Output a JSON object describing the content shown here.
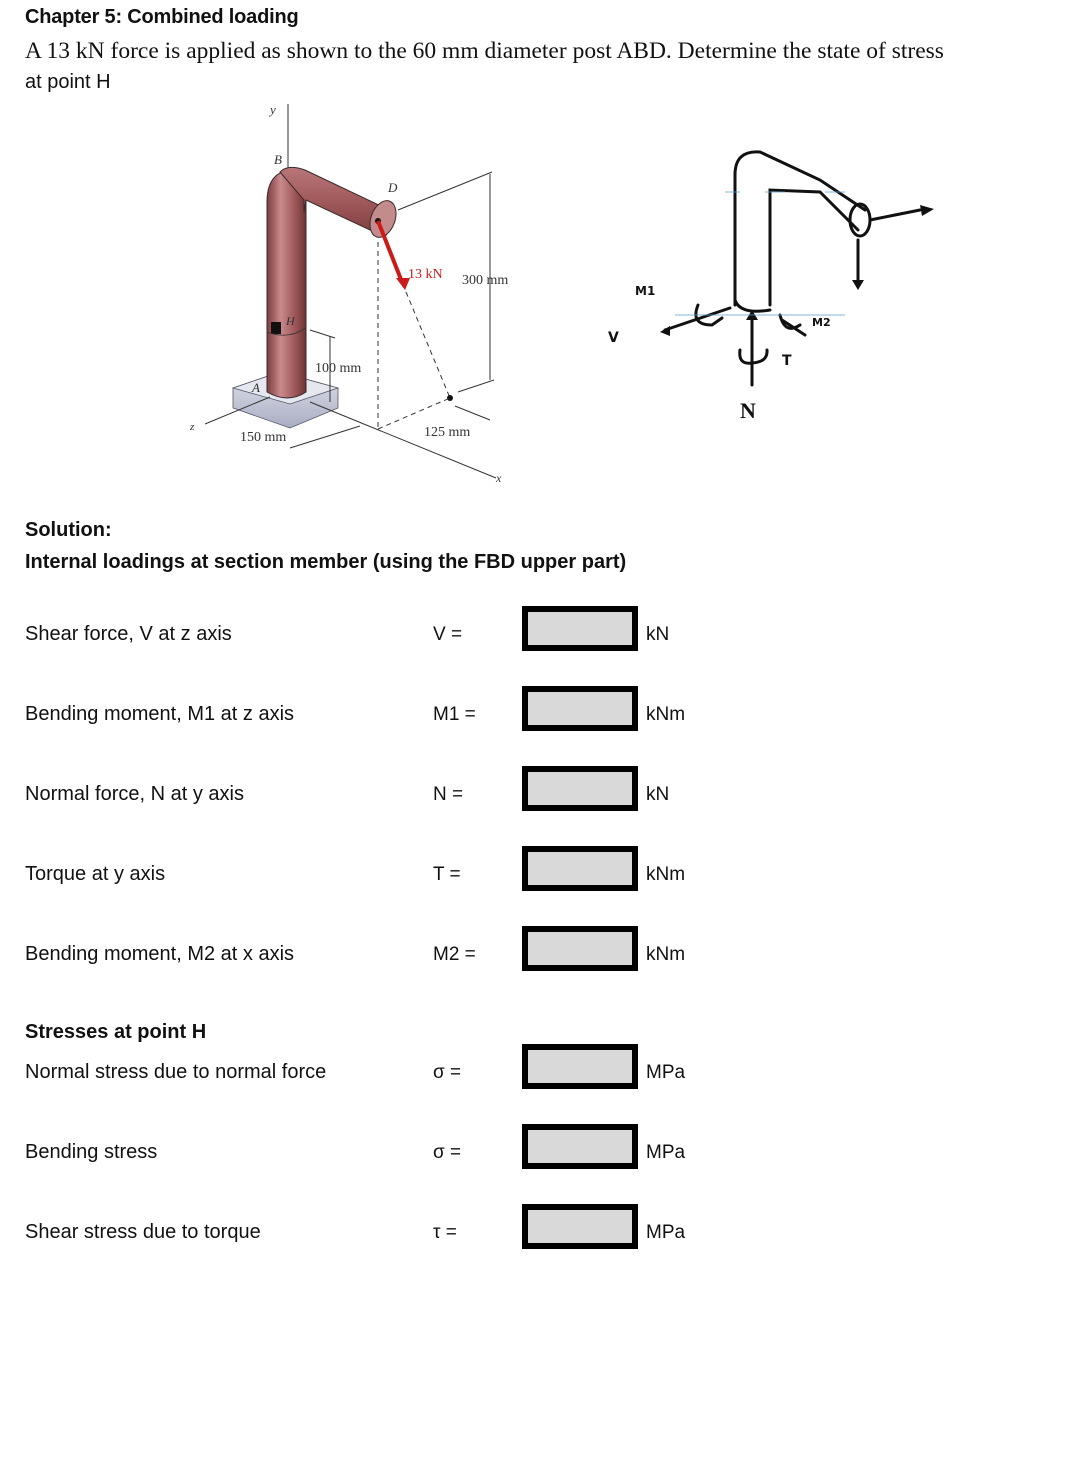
{
  "header": {
    "chapter_title": "Chapter 5: Combined loading",
    "problem_line1": "A 13 kN force is applied as shown to the 60 mm diameter post ABD. Determine the state of stress",
    "problem_line2": "at point H"
  },
  "figure_left": {
    "labels": {
      "y_axis": "y",
      "z_axis": "z",
      "x_axis": "x",
      "point_b": "B",
      "point_d": "D",
      "point_h": "H",
      "point_a": "A",
      "force": "13 kN",
      "dim_300": "300 mm",
      "dim_100": "100 mm",
      "dim_150": "150 mm",
      "dim_125": "125 mm"
    },
    "colors": {
      "pipe": "#a0595b",
      "force_arrow": "#cc1a1a",
      "base": "#c8ccd8"
    }
  },
  "figure_right": {
    "labels": {
      "m1": "M1",
      "v": "V",
      "m2": "M2",
      "t": "T",
      "n": "N"
    }
  },
  "solution": {
    "title": "Solution:",
    "subtitle": "Internal loadings at section member (using the FBD upper part)",
    "rows": [
      {
        "label": "Shear force, V  at z axis",
        "symbol": "V =",
        "value": "",
        "unit": "kN"
      },
      {
        "label": "Bending moment, M1 at z axis",
        "symbol": "M1 =",
        "value": "",
        "unit": "kNm"
      },
      {
        "label": "Normal force, N at y axis",
        "symbol": "N =",
        "value": "",
        "unit": "kN"
      },
      {
        "label": "Torque at y axis",
        "symbol": "T =",
        "value": "",
        "unit": "kNm"
      },
      {
        "label": "Bending moment, M2 at x axis",
        "symbol": "M2 =",
        "value": "",
        "unit": "kNm"
      }
    ]
  },
  "stresses": {
    "title": "Stresses at point H",
    "rows": [
      {
        "label": "Normal stress due to normal force",
        "symbol": "σ =",
        "value": "",
        "unit": "MPa"
      },
      {
        "label": "Bending stress",
        "symbol": "σ =",
        "value": "",
        "unit": "MPa"
      },
      {
        "label": "Shear stress due to torque",
        "symbol": "τ =",
        "value": "",
        "unit": "MPa"
      }
    ]
  }
}
